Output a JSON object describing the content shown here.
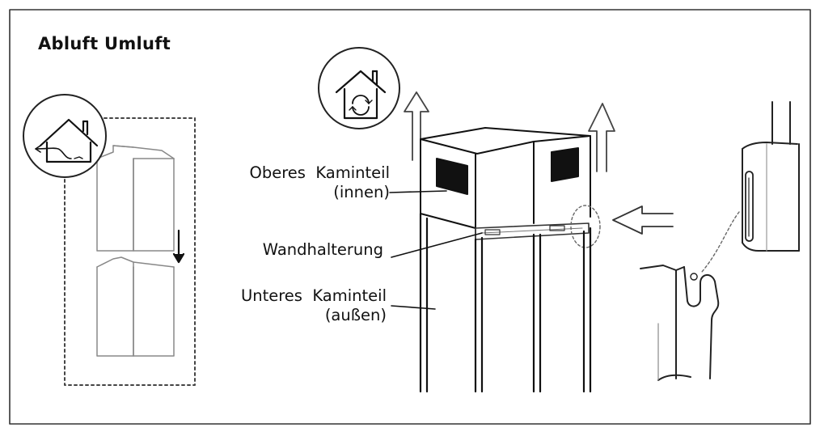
{
  "title": "Abluft Umluft",
  "labels": {
    "upper_chimney": {
      "line1": "Oberes  Kaminteil",
      "line2": "(innen)"
    },
    "wall_bracket": "Wandhalterung",
    "lower_chimney": {
      "line1": "Unteres  Kaminteil",
      "line2": "(außen)"
    }
  },
  "icons": {
    "exhaust": "house-exhaust-air-icon",
    "recirculation": "house-recirculation-icon"
  },
  "colors": {
    "ink": "#111111",
    "background": "#ffffff"
  }
}
